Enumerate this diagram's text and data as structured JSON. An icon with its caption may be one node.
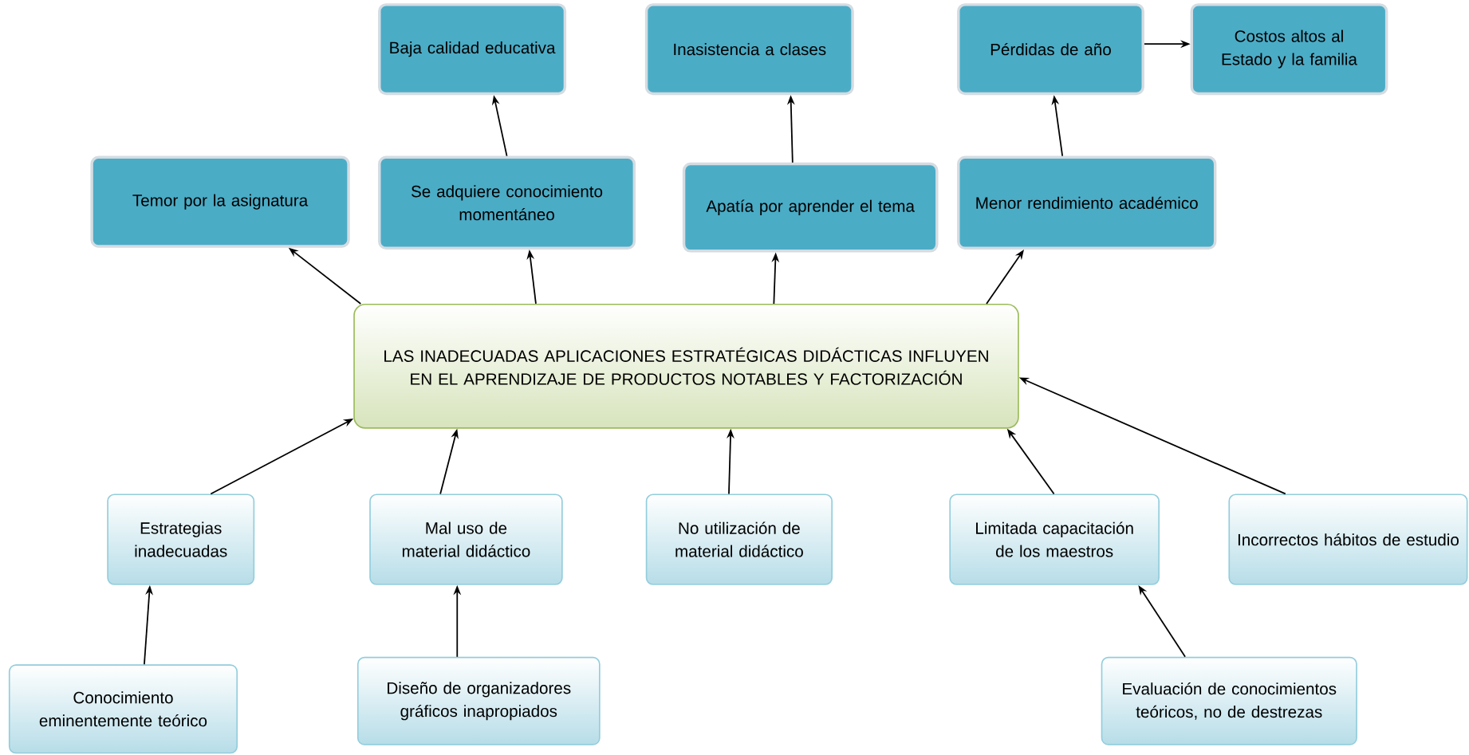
{
  "diagram": {
    "nodes": [
      {
        "text": [
          "Baja calidad educativa"
        ]
      },
      {
        "text": [
          "Inasistencia a clases"
        ]
      },
      {
        "text": [
          "Pérdidas de año"
        ]
      },
      {
        "text": [
          "Costos altos al Estado y la familia"
        ]
      },
      {
        "text": [
          "Temor por la asignatura"
        ]
      },
      {
        "text": [
          "Se adquiere conocimiento momentáneo"
        ]
      },
      {
        "text": [
          "Apatía por aprender el tema"
        ]
      },
      {
        "text": [
          "Menor rendimiento académico"
        ]
      },
      {
        "text": [
          "LAS INADECUADAS APLICACIONES ESTRATÉGICAS DIDÁCTICAS INFLUYEN EN EL APRENDIZAJE DE PRODUCTOS NOTABLES Y FACTORIZACIÓN"
        ]
      },
      {
        "text": [
          "Estrategias inadecuadas"
        ]
      },
      {
        "text": [
          "Mal uso de material didáctico"
        ]
      },
      {
        "text": [
          "No utilización de material didáctico"
        ]
      },
      {
        "text": [
          "Limitada capacitación de los maestros"
        ]
      },
      {
        "text": [
          "Incorrectos hábitos de estudio"
        ]
      },
      {
        "text": [
          "Conocimiento eminentemente teórico"
        ]
      },
      {
        "text": [
          "Diseño de organizadores gráficos inapropiados"
        ]
      },
      {
        "text": [
          "Evaluación de conocimientos teóricos, no de destrezas"
        ]
      }
    ],
    "edges": [
      {
        "from": 8,
        "to": 4,
        "arrow": "to"
      },
      {
        "from": 8,
        "to": 5,
        "arrow": "to"
      },
      {
        "from": 8,
        "to": 6,
        "arrow": "to"
      },
      {
        "from": 8,
        "to": 7,
        "arrow": "to"
      },
      {
        "from": 5,
        "to": 0,
        "arrow": "to"
      },
      {
        "from": 6,
        "to": 1,
        "arrow": "to"
      },
      {
        "from": 7,
        "to": 2,
        "arrow": "to"
      },
      {
        "from": 2,
        "to": 3,
        "arrow": "to"
      },
      {
        "from": 9,
        "to": 8,
        "arrow": "to"
      },
      {
        "from": 10,
        "to": 8,
        "arrow": "to"
      },
      {
        "from": 11,
        "to": 8,
        "arrow": "to"
      },
      {
        "from": 12,
        "to": 8,
        "arrow": "to"
      },
      {
        "from": 13,
        "to": 8,
        "arrow": "to"
      },
      {
        "from": 14,
        "to": 9,
        "arrow": "to"
      },
      {
        "from": 15,
        "to": 10,
        "arrow": "to"
      },
      {
        "from": 16,
        "to": 12,
        "arrow": "to"
      }
    ]
  }
}
